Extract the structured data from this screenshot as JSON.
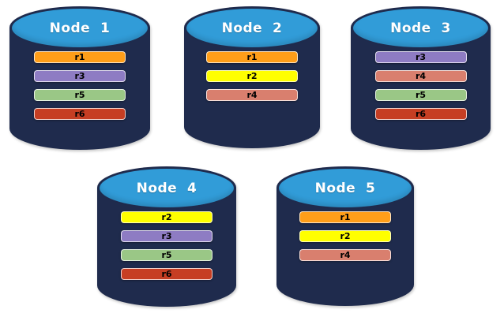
{
  "diagram": {
    "background": "#FFFFFF",
    "cylinder_body_color": "#1F2B4D",
    "cylinder_top_color": "#319CD8",
    "title_text_color": "#FFFFFF",
    "bar_text_color": "#000000",
    "replica_colors": {
      "r1": "#FF9E19",
      "r2": "#FFFF00",
      "r3": "#8E7CC3",
      "r4": "#D97F6E",
      "r5": "#9AC786",
      "r6": "#C63E23"
    }
  },
  "nodes": [
    {
      "title": "Node  1",
      "replicas": [
        {
          "label": "r1",
          "color": "#FF9E19"
        },
        {
          "label": "r3",
          "color": "#8E7CC3"
        },
        {
          "label": "r5",
          "color": "#9AC786"
        },
        {
          "label": "r6",
          "color": "#C63E23"
        }
      ]
    },
    {
      "title": "Node  2",
      "replicas": [
        {
          "label": "r1",
          "color": "#FF9E19"
        },
        {
          "label": "r2",
          "color": "#FFFF00"
        },
        {
          "label": "r4",
          "color": "#D97F6E"
        }
      ]
    },
    {
      "title": "Node  3",
      "replicas": [
        {
          "label": "r3",
          "color": "#8E7CC3"
        },
        {
          "label": "r4",
          "color": "#D97F6E"
        },
        {
          "label": "r5",
          "color": "#9AC786"
        },
        {
          "label": "r6",
          "color": "#C63E23"
        }
      ]
    },
    {
      "title": "Node  4",
      "replicas": [
        {
          "label": "r2",
          "color": "#FFFF00"
        },
        {
          "label": "r3",
          "color": "#8E7CC3"
        },
        {
          "label": "r5",
          "color": "#9AC786"
        },
        {
          "label": "r6",
          "color": "#C63E23"
        }
      ]
    },
    {
      "title": "Node  5",
      "replicas": [
        {
          "label": "r1",
          "color": "#FF9E19"
        },
        {
          "label": "r2",
          "color": "#FFFF00"
        },
        {
          "label": "r4",
          "color": "#D97F6E"
        }
      ]
    }
  ]
}
